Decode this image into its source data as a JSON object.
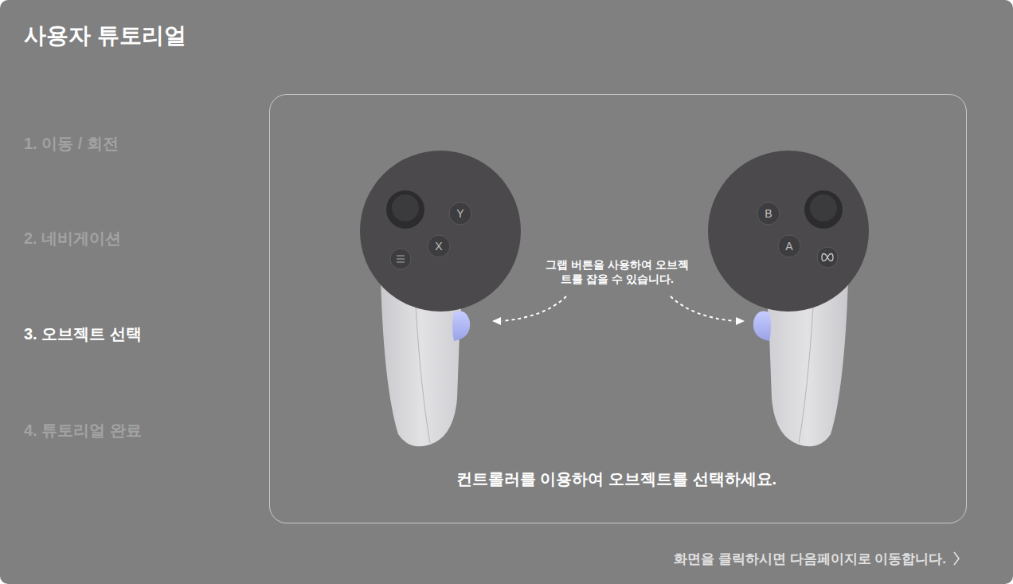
{
  "diagram": {
    "title": "사용자 튜토리얼",
    "nodes": [
      {
        "text": [
          "컨트롤러를 이용하여 오브젝트를 선택하세요."
        ]
      }
    ],
    "labels": [
      "1. 이동 / 회전",
      "2. 네비게이션",
      "3. 오브젝트 선택",
      "4. 튜토리얼 완료",
      "그랩 버튼을 사용하여 오브젝트를 잡을 수 있습니다.",
      "Y",
      "X",
      "B",
      "A",
      "화면을 클릭하시면 다음페이지로 이동합니다."
    ]
  }
}
